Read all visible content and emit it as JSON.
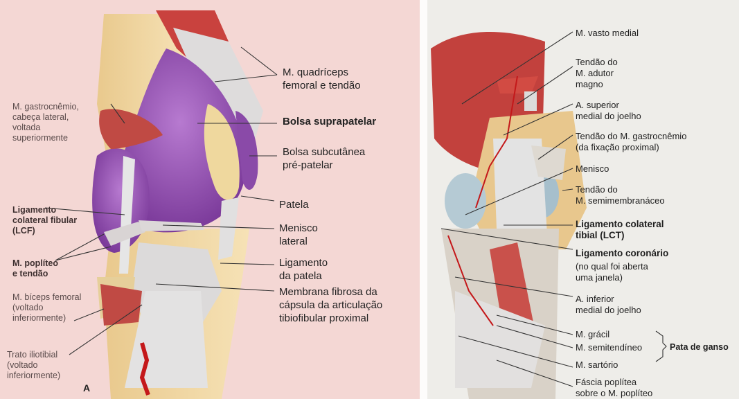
{
  "panel_a": {
    "letter": "A",
    "labels": {
      "quadriceps": "M. quadríceps\nfemoral e tendão",
      "suprapatelar": "Bolsa suprapatelar",
      "subcutanea": "Bolsa subcutânea\npré-patelar",
      "patela": "Patela",
      "menisco": "Menisco\nlateral",
      "lig_patela": "Ligamento\nda patela",
      "membrana": "Membrana fibrosa da\ncápsula da articulação\ntibiofibular proximal",
      "gastrocnemio": "M. gastrocnêmio,\ncabeça lateral,\nvoltada\nsuperiormente",
      "lcf": "Ligamento\ncolateral fibular\n(LCF)",
      "popliteo": "M. poplíteo\ne tendão",
      "biceps": "M. bíceps femoral\n(voltado\ninferiormente)",
      "trato": "Trato iliotibial\n(voltado\ninferiormente)"
    }
  },
  "panel_b": {
    "labels": {
      "vasto": "M. vasto medial",
      "adutor": "Tendão do\nM. adutor\nmagno",
      "a_superior": "A. superior\nmedial do joelho",
      "gastro_tendao": "Tendão do M. gastrocnêmio\n(da fixação proximal)",
      "menisco": "Menisco",
      "semimembranaceo": "Tendão do\nM. semimembranáceo",
      "lct": "Ligamento colateral\ntibial (LCT)",
      "coronario": "Ligamento coronário",
      "coronario_note": "(no qual foi aberta\numa janela)",
      "a_inferior": "A. inferior\nmedial do joelho",
      "gracil": "M. grácil",
      "semitendineo": "M. semitendíneo",
      "pata": "Pata de ganso",
      "sartorio": "M. sartório",
      "fascia": "Fáscia poplítea\nsobre o M. poplíteo"
    }
  }
}
